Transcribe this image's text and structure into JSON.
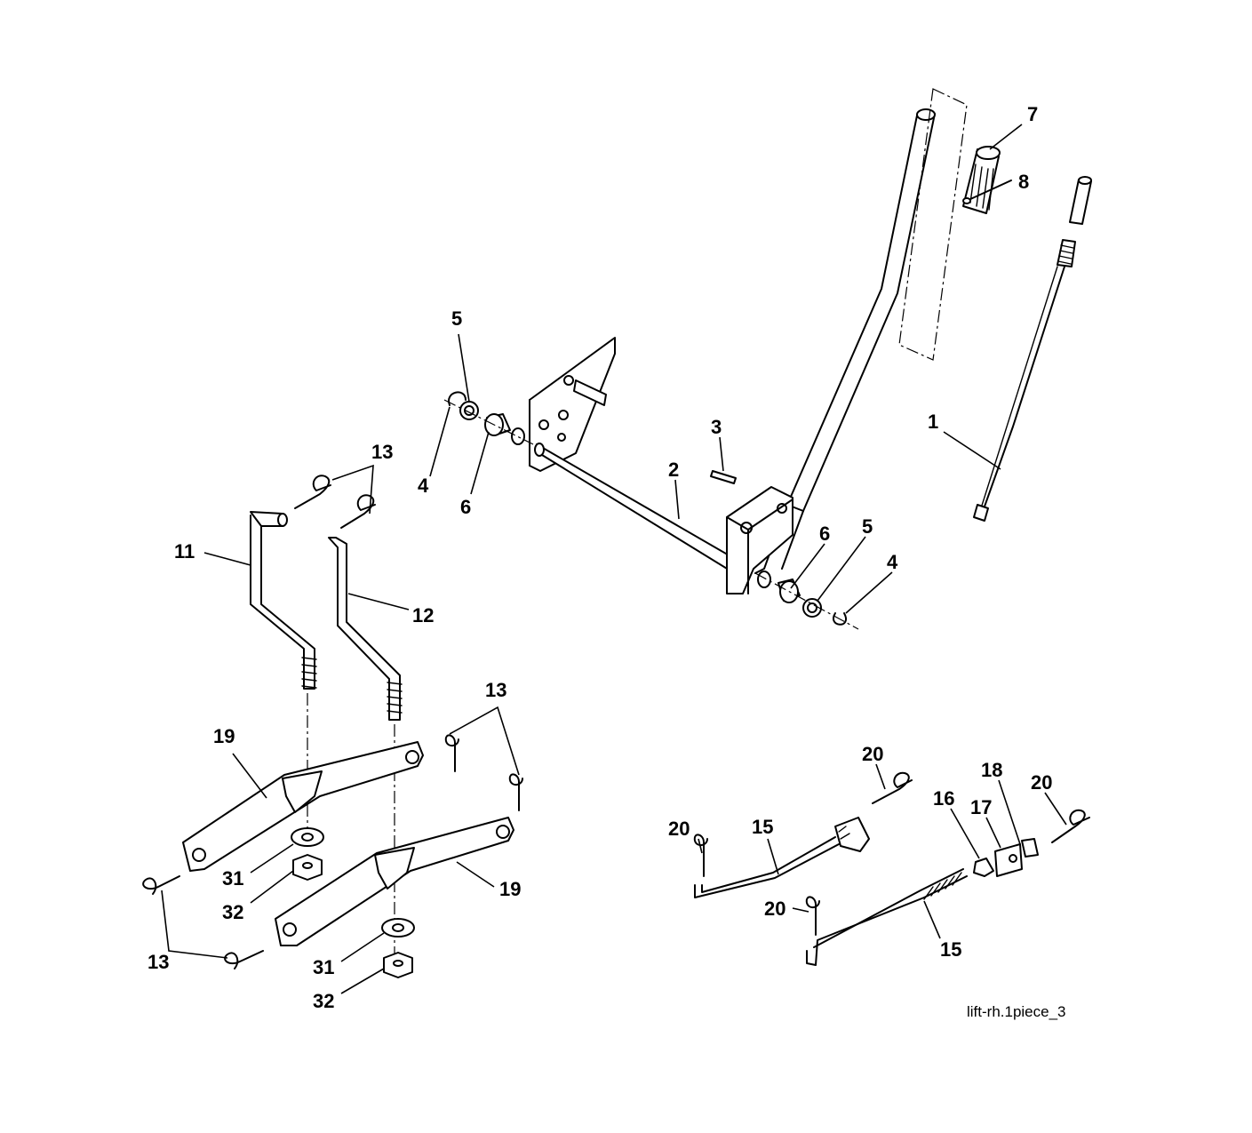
{
  "diagram": {
    "figure_id": "lift-rh.1piece_3",
    "callouts": [
      {
        "label": "7"
      },
      {
        "label": "8"
      },
      {
        "label": "1"
      },
      {
        "label": "5"
      },
      {
        "label": "4"
      },
      {
        "label": "6"
      },
      {
        "label": "3"
      },
      {
        "label": "2"
      },
      {
        "label": "6"
      },
      {
        "label": "5"
      },
      {
        "label": "4"
      },
      {
        "label": "13"
      },
      {
        "label": "11"
      },
      {
        "label": "12"
      },
      {
        "label": "13"
      },
      {
        "label": "19"
      },
      {
        "label": "31"
      },
      {
        "label": "32"
      },
      {
        "label": "19"
      },
      {
        "label": "13"
      },
      {
        "label": "31"
      },
      {
        "label": "32"
      },
      {
        "label": "20"
      },
      {
        "label": "18"
      },
      {
        "label": "20"
      },
      {
        "label": "16"
      },
      {
        "label": "17"
      },
      {
        "label": "20"
      },
      {
        "label": "15"
      },
      {
        "label": "20"
      },
      {
        "label": "15"
      }
    ]
  }
}
